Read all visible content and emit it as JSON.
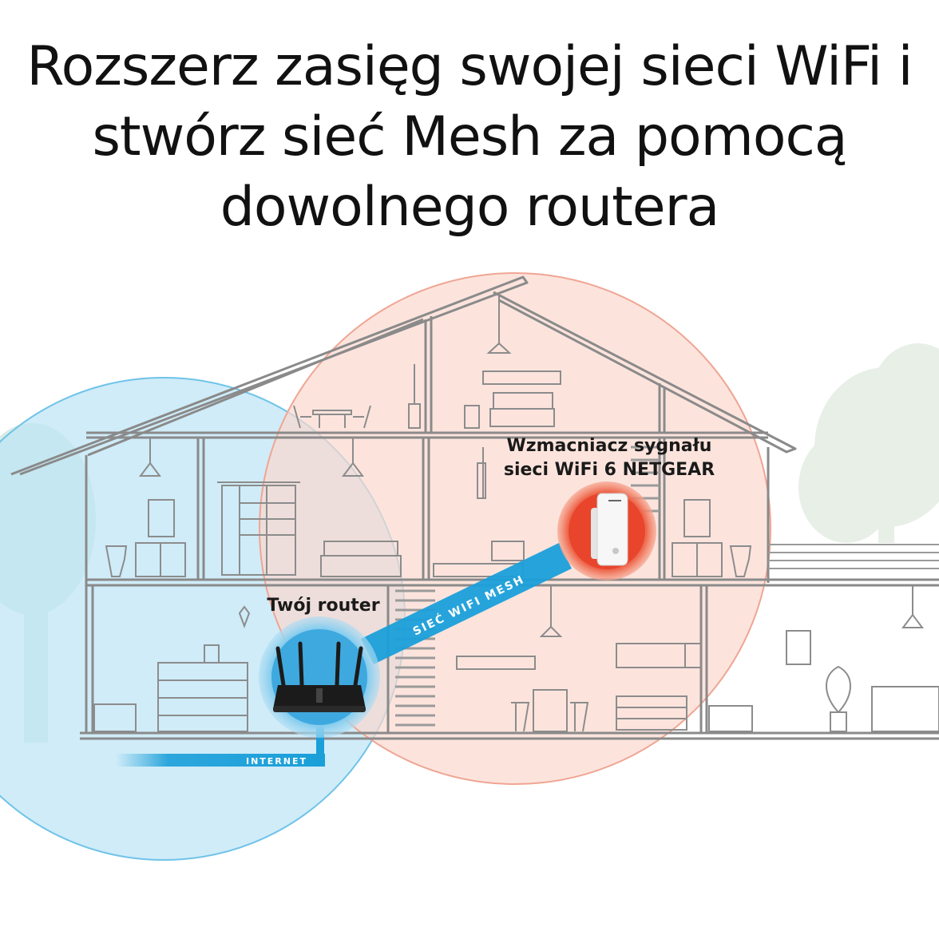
{
  "headline": {
    "line1": "Rozszerz zasięg swojej sieci WiFi i",
    "line2": "stwórz sieć Mesh za pomocą",
    "line3": "dowolnego routera"
  },
  "labels": {
    "extender_line1": "Wzmacniacz sygnału",
    "extender_line2": "sieci WiFi 6 NETGEAR",
    "router": "Twój router",
    "mesh": "SIEĆ WIFI MESH",
    "internet": "INTERNET"
  },
  "colors": {
    "router_zone": "#bfe6f5",
    "extender_zone": "#fbd9cf",
    "mesh_band": "#1a9fd9",
    "house_line": "#8a8a8a",
    "extender_glow": "#e8452c",
    "tree": "#e6efe6"
  },
  "icons": {
    "router": "router-icon",
    "extender": "extender-icon"
  }
}
